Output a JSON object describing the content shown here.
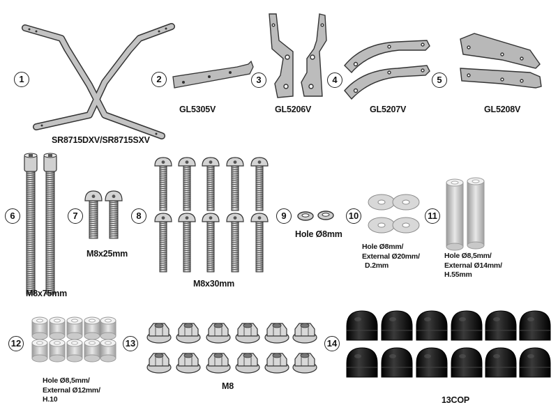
{
  "parts": [
    {
      "number": "1",
      "label": "SR8715DXV/SR8715SXV"
    },
    {
      "number": "2",
      "label": "GL5305V"
    },
    {
      "number": "3",
      "label": "GL5206V"
    },
    {
      "number": "4",
      "label": "GL5207V"
    },
    {
      "number": "5",
      "label": "GL5208V"
    },
    {
      "number": "6",
      "label": "M8x75mm"
    },
    {
      "number": "7",
      "label": "M8x25mm"
    },
    {
      "number": "8",
      "label": "M8x30mm"
    },
    {
      "number": "9",
      "label": "Hole Ø8mm"
    },
    {
      "number": "10",
      "lines": [
        "Hole Ø8mm/",
        "External Ø20mm/",
        "D.2mm"
      ]
    },
    {
      "number": "11",
      "lines": [
        "Hole Ø8,5mm/",
        "External Ø14mm/",
        "H.55mm"
      ]
    },
    {
      "number": "12",
      "lines": [
        "Hole Ø8,5mm/",
        "External Ø12mm/",
        "H.10"
      ]
    },
    {
      "number": "13",
      "label": "M8"
    },
    {
      "number": "14",
      "label": "13COP"
    }
  ],
  "colors": {
    "metal": "#b9b9b9",
    "metal_dark": "#8c8c8c",
    "outline": "#333333",
    "cap": "#111111"
  }
}
